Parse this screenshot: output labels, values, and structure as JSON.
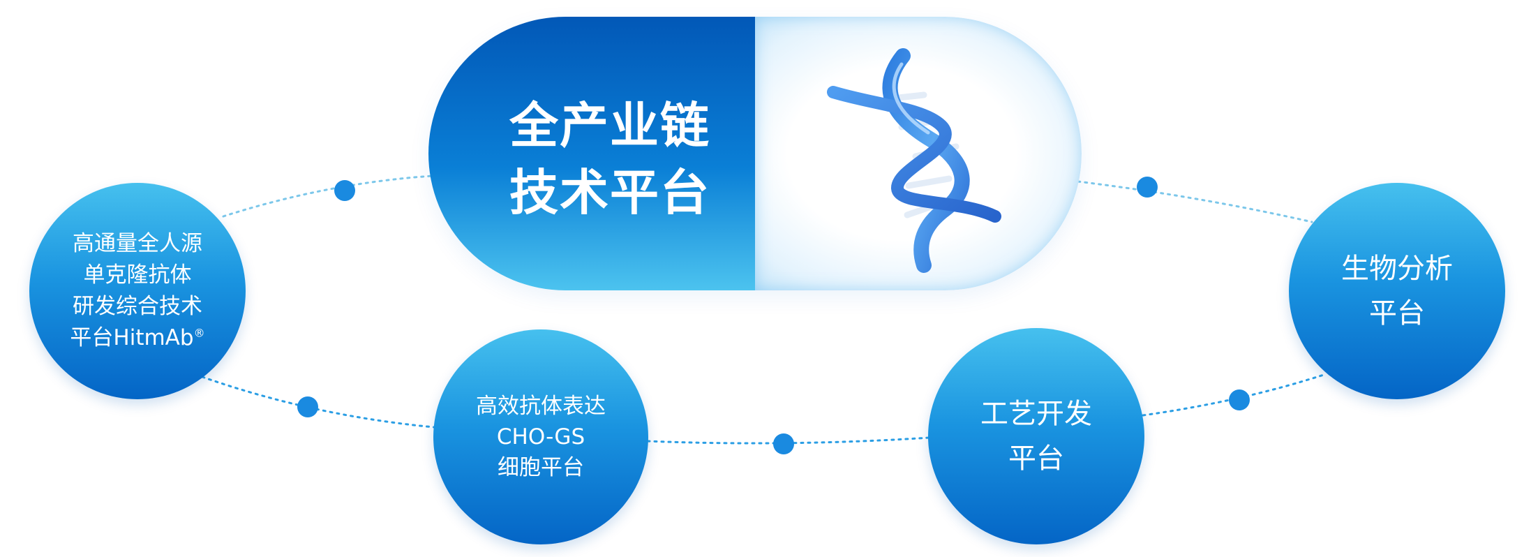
{
  "capsule": {
    "title_line1": "全产业链",
    "title_line2": "技术平台",
    "icon": "dna-helix-icon"
  },
  "platforms": [
    {
      "lines": [
        "高通量全人源",
        "单克隆抗体",
        "研发综合技术",
        "平台HitmAb"
      ],
      "trademark": "®"
    },
    {
      "lines": [
        "高效抗体表达",
        "CHO-GS",
        "细胞平台"
      ]
    },
    {
      "lines": [
        "工艺开发",
        "平台"
      ]
    },
    {
      "lines": [
        "生物分析",
        "平台"
      ]
    }
  ],
  "colors": {
    "primary": "#0465c6",
    "accent": "#46c0ee",
    "dot": "#1a8ae0",
    "orbit_line": "#7cc7ea"
  }
}
